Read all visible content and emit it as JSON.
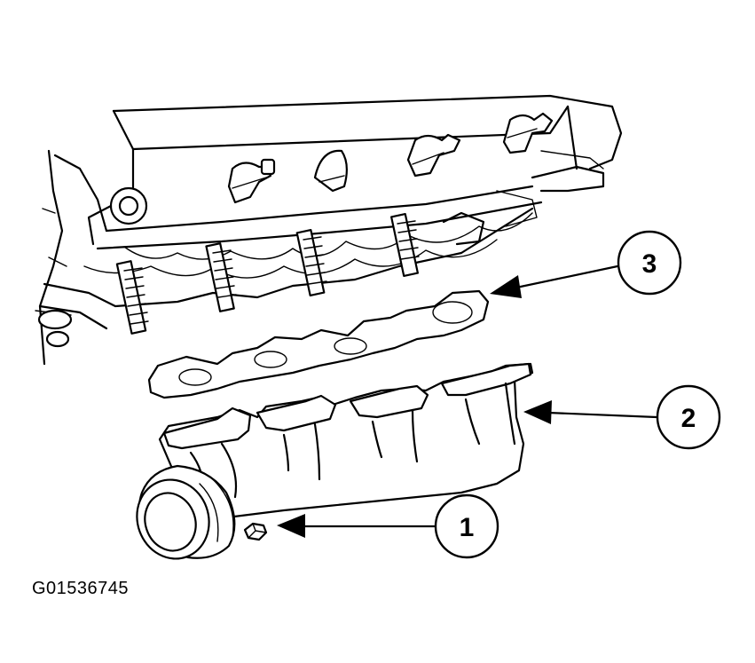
{
  "figure_code": "G01536745",
  "callouts": [
    {
      "label": "1"
    },
    {
      "label": "2"
    },
    {
      "label": "3"
    }
  ],
  "colors": {
    "ink": "#000000",
    "paper": "#ffffff"
  }
}
